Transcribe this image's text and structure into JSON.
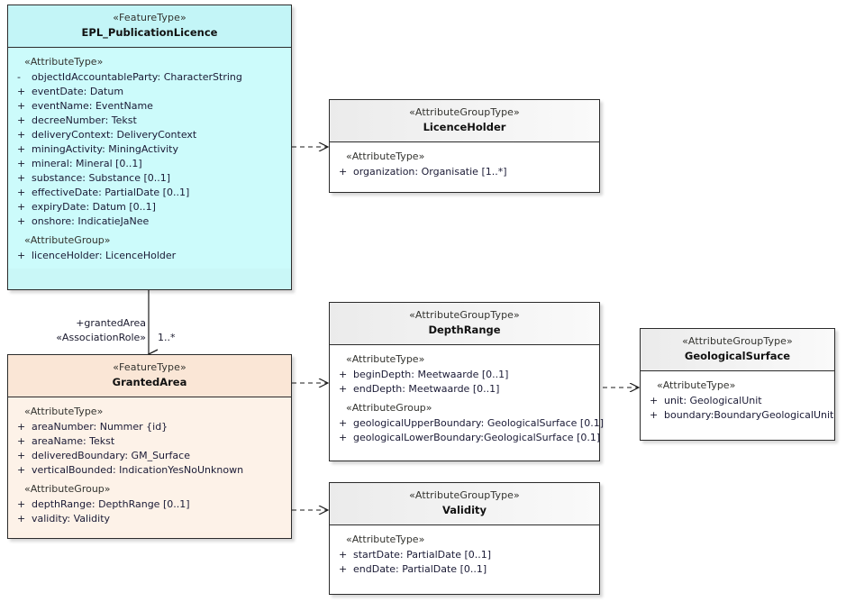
{
  "diagram": {
    "type": "uml-class-diagram",
    "background": "#ffffff",
    "colors": {
      "feature_type_primary": "#ccfbfb",
      "feature_type_secondary": "#fdf2e8",
      "attribute_group_type": "#ffffff",
      "border": "#2b2b2b",
      "text": "#1a1a35",
      "stereotype_text": "#33332f"
    }
  },
  "classes": {
    "epl_publication_licence": {
      "stereotype": "«FeatureType»",
      "name": "EPL_PublicationLicence",
      "compartments": [
        {
          "group": "«AttributeType»",
          "attributes": [
            {
              "visibility": "-",
              "text": "objectIdAccountableParty: CharacterString"
            },
            {
              "visibility": "+",
              "text": "eventDate: Datum"
            },
            {
              "visibility": "+",
              "text": "eventName: EventName"
            },
            {
              "visibility": "+",
              "text": "decreeNumber: Tekst"
            },
            {
              "visibility": "+",
              "text": "deliveryContext: DeliveryContext"
            },
            {
              "visibility": "+",
              "text": "miningActivity: MiningActivity"
            },
            {
              "visibility": "+",
              "text": "mineral: Mineral [0..1]"
            },
            {
              "visibility": "+",
              "text": "substance: Substance [0..1]"
            },
            {
              "visibility": "+",
              "text": "effectiveDate: PartialDate [0..1]"
            },
            {
              "visibility": "+",
              "text": "expiryDate: Datum [0..1]"
            },
            {
              "visibility": "+",
              "text": "onshore: IndicatieJaNee"
            }
          ]
        },
        {
          "group": "«AttributeGroup»",
          "attributes": [
            {
              "visibility": "+",
              "text": "licenceHolder: LicenceHolder"
            }
          ]
        }
      ]
    },
    "licence_holder": {
      "stereotype": "«AttributeGroupType»",
      "name": "LicenceHolder",
      "compartments": [
        {
          "group": "«AttributeType»",
          "attributes": [
            {
              "visibility": "+",
              "text": "organization: Organisatie [1..*]"
            }
          ]
        }
      ]
    },
    "granted_area": {
      "stereotype": "«FeatureType»",
      "name": "GrantedArea",
      "compartments": [
        {
          "group": "«AttributeType»",
          "attributes": [
            {
              "visibility": "+",
              "text": "areaNumber: Nummer {id}"
            },
            {
              "visibility": "+",
              "text": "areaName: Tekst"
            },
            {
              "visibility": "+",
              "text": "deliveredBoundary: GM_Surface"
            },
            {
              "visibility": "+",
              "text": "verticalBounded: IndicationYesNoUnknown"
            }
          ]
        },
        {
          "group": "«AttributeGroup»",
          "attributes": [
            {
              "visibility": "+",
              "text": "depthRange: DepthRange [0..1]"
            },
            {
              "visibility": "+",
              "text": "validity: Validity"
            }
          ]
        }
      ]
    },
    "depth_range": {
      "stereotype": "«AttributeGroupType»",
      "name": "DepthRange",
      "compartments": [
        {
          "group": "«AttributeType»",
          "attributes": [
            {
              "visibility": "+",
              "text": "beginDepth: Meetwaarde [0..1]"
            },
            {
              "visibility": "+",
              "text": "endDepth: Meetwaarde [0..1]"
            }
          ]
        },
        {
          "group": "«AttributeGroup»",
          "attributes": [
            {
              "visibility": "+",
              "text": "geologicalUpperBoundary: GeologicalSurface [0.1]"
            },
            {
              "visibility": "+",
              "text": "geologicalLowerBoundary:GeologicalSurface [0.1]"
            }
          ]
        }
      ]
    },
    "validity": {
      "stereotype": "«AttributeGroupType»",
      "name": "Validity",
      "compartments": [
        {
          "group": "«AttributeType»",
          "attributes": [
            {
              "visibility": "+",
              "text": "startDate: PartialDate [0..1]"
            },
            {
              "visibility": "+",
              "text": "endDate: PartialDate [0..1]"
            }
          ]
        }
      ]
    },
    "geological_surface": {
      "stereotype": "«AttributeGroupType»",
      "name": "GeologicalSurface",
      "compartments": [
        {
          "group": "«AttributeType»",
          "attributes": [
            {
              "visibility": "+",
              "text": "unit: GeologicalUnit"
            },
            {
              "visibility": "+",
              "text": "boundary:BoundaryGeologicalUnit"
            }
          ]
        }
      ]
    }
  },
  "connectors": {
    "granted_area_association": {
      "role": "+grantedArea",
      "stereotype": "«AssociationRole»",
      "multiplicity": "1..*",
      "style": "solid-open-arrow"
    },
    "licence_holder_link": {
      "style": "dashed-open-arrow"
    },
    "depth_range_link": {
      "style": "dashed-open-arrow"
    },
    "validity_link": {
      "style": "dashed-open-arrow"
    },
    "geological_surface_link": {
      "style": "dashed-open-arrow"
    }
  }
}
